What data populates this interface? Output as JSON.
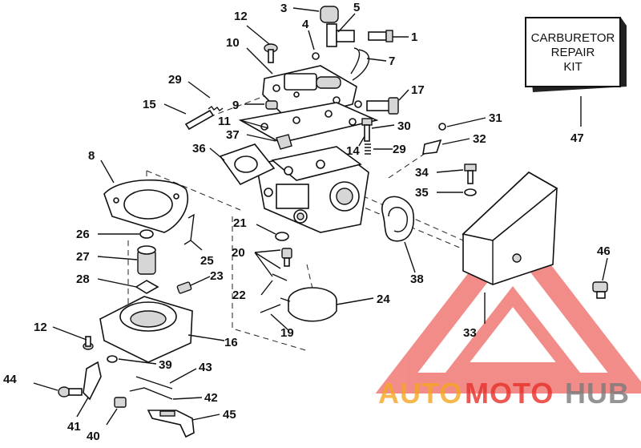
{
  "callouts": {
    "c1": "1",
    "c3": "3",
    "c4": "4",
    "c5": "5",
    "c7": "7",
    "c8": "8",
    "c9": "9",
    "c10": "10",
    "c11": "11",
    "c12a": "12",
    "c12b": "12",
    "c14": "14",
    "c15": "15",
    "c16": "16",
    "c17": "17",
    "c19": "19",
    "c20": "20",
    "c21": "21",
    "c22": "22",
    "c23": "23",
    "c24": "24",
    "c25": "25",
    "c26": "26",
    "c27": "27",
    "c28": "28",
    "c29a": "29",
    "c29b": "29",
    "c30": "30",
    "c31": "31",
    "c32": "32",
    "c33": "33",
    "c34": "34",
    "c35": "35",
    "c36": "36",
    "c37": "37",
    "c38": "38",
    "c39": "39",
    "c40": "40",
    "c41": "41",
    "c42": "42",
    "c43": "43",
    "c44": "44",
    "c45": "45",
    "c46": "46",
    "c47": "47"
  },
  "kit": {
    "line1": "CARBURETOR",
    "line2": "REPAIR",
    "line3": "KIT"
  },
  "watermark": {
    "part1": "AUTO",
    "part2": "MOTO",
    "part3": "HUB"
  },
  "colors": {
    "watermark_red": "#e8302a",
    "watermark_orange": "#f5a623",
    "watermark_gray": "#7a7a7a"
  }
}
